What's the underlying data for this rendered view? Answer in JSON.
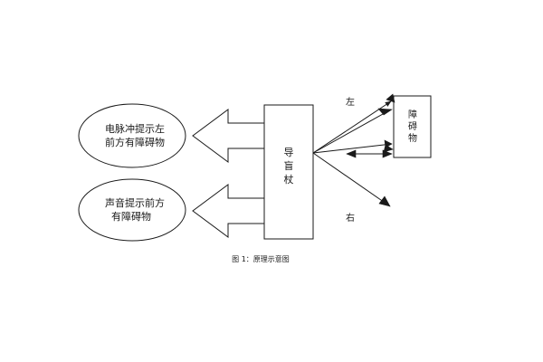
{
  "diagram": {
    "ellipse_top_line1": "电脉冲提示左",
    "ellipse_top_line2": "前方有障碍物",
    "ellipse_bottom_line1": "声音提示前方",
    "ellipse_bottom_line2": "有障碍物",
    "cane_char1": "导",
    "cane_char2": "盲",
    "cane_char3": "杖",
    "obstacle_char1": "障",
    "obstacle_char2": "碍",
    "obstacle_char3": "物",
    "label_left": "左",
    "label_right": "右",
    "caption": "图 1：原理示意图"
  }
}
